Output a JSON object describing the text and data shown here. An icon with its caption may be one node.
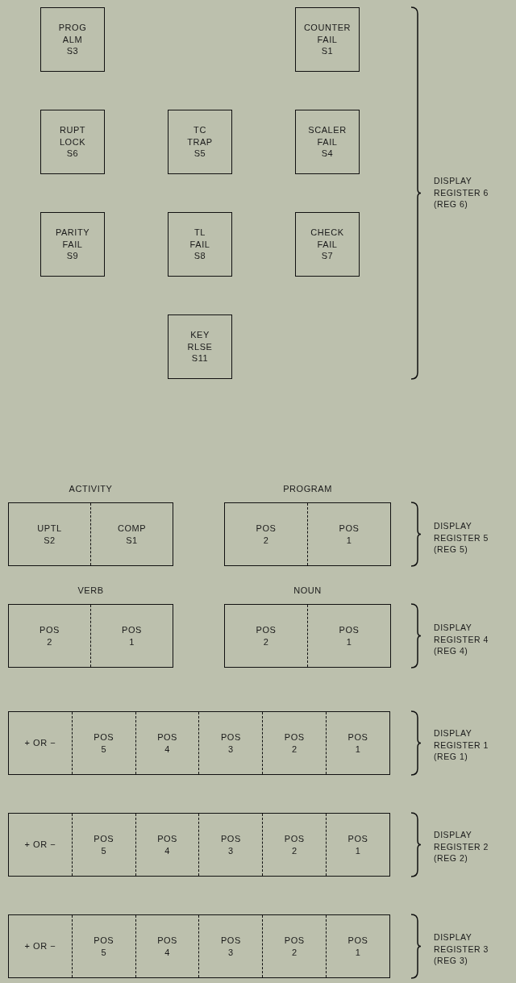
{
  "diagram": {
    "nodes": [
      {
        "text": [
          "PROG ALM S3"
        ]
      },
      {
        "text": [
          "COUNTER FAIL S1"
        ]
      },
      {
        "text": [
          "RUPT LOCK S6"
        ]
      },
      {
        "text": [
          "TC TRAP S5"
        ]
      },
      {
        "text": [
          "SCALER FAIL S4"
        ]
      },
      {
        "text": [
          "PARITY FAIL S9"
        ]
      },
      {
        "text": [
          "TL FAIL S8"
        ]
      },
      {
        "text": [
          "CHECK FAIL S7"
        ]
      },
      {
        "text": [
          "KEY RLSE S11"
        ]
      },
      {
        "text": [
          "ACTIVITY"
        ]
      },
      {
        "text": [
          "UPTL S2"
        ],
        "in": 9
      },
      {
        "text": [
          "COMP S1"
        ],
        "in": 9
      },
      {
        "text": [
          "PROGRAM"
        ]
      },
      {
        "text": [
          "POS 2"
        ],
        "in": 12
      },
      {
        "text": [
          "POS 1"
        ],
        "in": 12
      },
      {
        "text": [
          "VERB"
        ]
      },
      {
        "text": [
          "POS 2"
        ],
        "in": 15
      },
      {
        "text": [
          "POS 1"
        ],
        "in": 15
      },
      {
        "text": [
          "NOUN"
        ]
      },
      {
        "text": [
          "POS 2"
        ],
        "in": 18
      },
      {
        "text": [
          "POS 1"
        ],
        "in": 18
      },
      {
        "text": [],
        "shape": "box"
      },
      {
        "text": [
          "+ OR −"
        ],
        "in": 21
      },
      {
        "text": [
          "POS 5"
        ],
        "in": 21
      },
      {
        "text": [
          "POS 4"
        ],
        "in": 21
      },
      {
        "text": [
          "POS 3"
        ],
        "in": 21
      },
      {
        "text": [
          "POS 2"
        ],
        "in": 21
      },
      {
        "text": [
          "POS 1"
        ],
        "in": 21
      },
      {
        "text": [],
        "shape": "box"
      },
      {
        "text": [
          "+ OR −"
        ],
        "in": 28
      },
      {
        "text": [
          "POS 5"
        ],
        "in": 28
      },
      {
        "text": [
          "POS 4"
        ],
        "in": 28
      },
      {
        "text": [
          "POS 3"
        ],
        "in": 28
      },
      {
        "text": [
          "POS 2"
        ],
        "in": 28
      },
      {
        "text": [
          "POS 1"
        ],
        "in": 28
      },
      {
        "text": [],
        "shape": "box"
      },
      {
        "text": [
          "+ OR −"
        ],
        "in": 35
      },
      {
        "text": [
          "POS 5"
        ],
        "in": 35
      },
      {
        "text": [
          "POS 4"
        ],
        "in": 35
      },
      {
        "text": [
          "POS 3"
        ],
        "in": 35
      },
      {
        "text": [
          "POS 2"
        ],
        "in": 35
      },
      {
        "text": [
          "POS 1"
        ],
        "in": 35
      }
    ],
    "edges": [],
    "labels": [
      "DISPLAY REGISTER 6 (REG 6)",
      "DISPLAY REGISTER 5 (REG 5)",
      "DISPLAY REGISTER 4 (REG 4)",
      "DISPLAY REGISTER 1 (REG 1)",
      "DISPLAY REGISTER 2 (REG 2)",
      "DISPLAY REGISTER 3 (REG 3)"
    ]
  }
}
